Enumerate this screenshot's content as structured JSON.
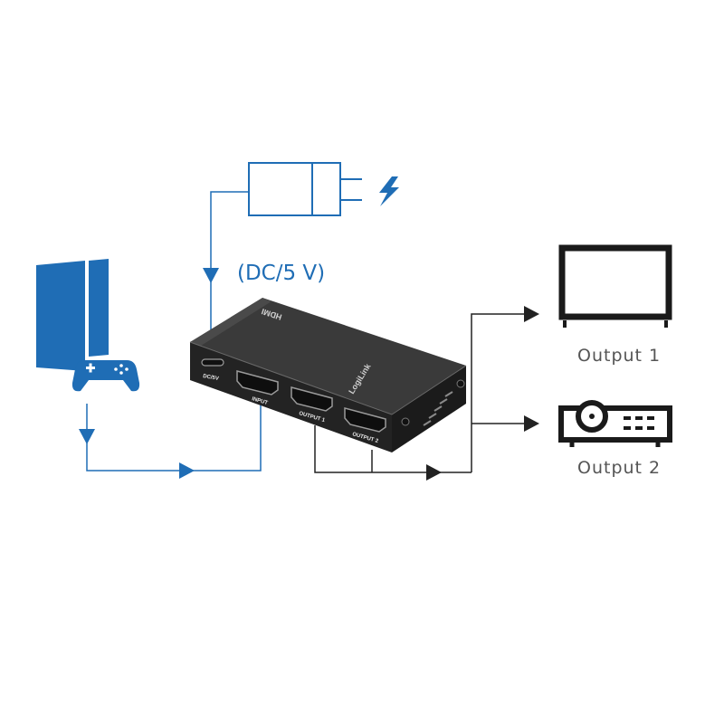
{
  "diagram": {
    "power_label": "(DC/5 V)",
    "outputs": [
      {
        "label": "Output 1",
        "device": "tv-icon"
      },
      {
        "label": "Output 2",
        "device": "projector-icon"
      }
    ],
    "device": {
      "top_mark": "HDMI",
      "brand": "LogiLink",
      "ports": [
        {
          "label": "DC/5V"
        },
        {
          "label": "INPUT"
        },
        {
          "label": "OUTPUT 1"
        },
        {
          "label": "OUTPUT 2"
        }
      ]
    },
    "source_icons": [
      "game-console-icon",
      "gamepad-icon"
    ],
    "power_icons": [
      "power-adapter-icon",
      "lightning-icon"
    ],
    "colors": {
      "input_line": "#1f6db5",
      "output_line": "#222222",
      "device_body": "#2a2a2a",
      "output_label": "#555555"
    }
  }
}
